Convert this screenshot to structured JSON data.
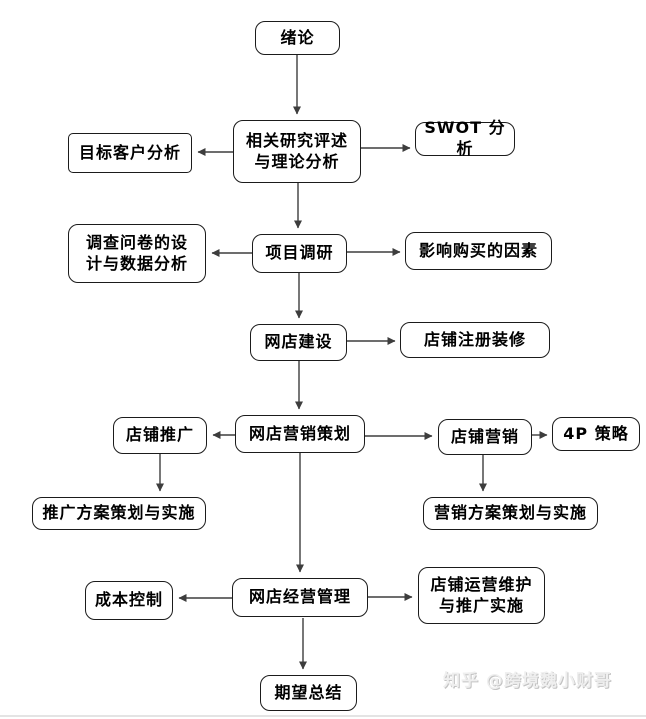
{
  "diagram": {
    "type": "flowchart",
    "nodes": [
      {
        "id": "intro",
        "label": "绪论"
      },
      {
        "id": "review",
        "label": "相关研究评述\n与理论分析"
      },
      {
        "id": "target",
        "label": "目标客户分析"
      },
      {
        "id": "swot",
        "label": "SWOT 分析"
      },
      {
        "id": "questionnaire",
        "label": "调查问卷的设\n计与数据分析"
      },
      {
        "id": "research",
        "label": "项目调研"
      },
      {
        "id": "factors",
        "label": "影响购买的因素"
      },
      {
        "id": "build",
        "label": "网店建设"
      },
      {
        "id": "register",
        "label": "店铺注册装修"
      },
      {
        "id": "marketing_plan",
        "label": "网店营销策划"
      },
      {
        "id": "promotion",
        "label": "店铺推广"
      },
      {
        "id": "store_marketing",
        "label": "店铺营销"
      },
      {
        "id": "four_p",
        "label": "4P 策略"
      },
      {
        "id": "promo_impl",
        "label": "推广方案策划与实施"
      },
      {
        "id": "marketing_impl",
        "label": "营销方案策划与实施"
      },
      {
        "id": "cost",
        "label": "成本控制"
      },
      {
        "id": "operation",
        "label": "网店经营管理"
      },
      {
        "id": "maintain",
        "label": "店铺运营维护\n与推广实施"
      },
      {
        "id": "summary",
        "label": "期望总结"
      }
    ],
    "edges": [
      {
        "from": "intro",
        "to": "review"
      },
      {
        "from": "review",
        "to": "target"
      },
      {
        "from": "review",
        "to": "swot"
      },
      {
        "from": "review",
        "to": "research"
      },
      {
        "from": "research",
        "to": "questionnaire"
      },
      {
        "from": "research",
        "to": "factors"
      },
      {
        "from": "research",
        "to": "build"
      },
      {
        "from": "build",
        "to": "register"
      },
      {
        "from": "build",
        "to": "marketing_plan"
      },
      {
        "from": "marketing_plan",
        "to": "promotion"
      },
      {
        "from": "marketing_plan",
        "to": "store_marketing"
      },
      {
        "from": "store_marketing",
        "to": "four_p"
      },
      {
        "from": "promotion",
        "to": "promo_impl"
      },
      {
        "from": "store_marketing",
        "to": "marketing_impl"
      },
      {
        "from": "marketing_plan",
        "to": "operation"
      },
      {
        "from": "operation",
        "to": "cost"
      },
      {
        "from": "operation",
        "to": "maintain"
      },
      {
        "from": "operation",
        "to": "summary"
      }
    ]
  },
  "watermark": {
    "text": "知乎 @跨境魏小财哥"
  },
  "colors": {
    "background": "#ffffff",
    "box_border": "#1b1b1b",
    "arrow": "#3d3d3d",
    "watermark": "#d9d9d9",
    "bottom_rule": "#e4e4e4"
  }
}
